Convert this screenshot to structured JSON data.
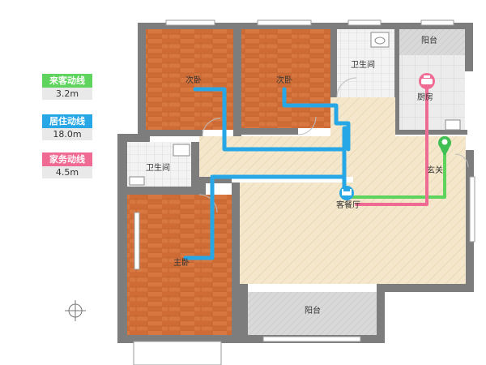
{
  "legend": {
    "guest": {
      "label": "来客动线",
      "value": "3.2m",
      "color": "#5ed35e"
    },
    "living": {
      "label": "居住动线",
      "value": "18.0m",
      "color": "#27a7e6"
    },
    "housework": {
      "label": "家务动线",
      "value": "4.5m",
      "color": "#f06b93"
    }
  },
  "rooms": {
    "secondary_bedroom_1": "次卧",
    "secondary_bedroom_2": "次卧",
    "bathroom_top": "卫生间",
    "balcony_top": "阳台",
    "kitchen": "厨房",
    "bathroom_left": "卫生间",
    "entrance": "玄关",
    "living_dining": "客餐厅",
    "master_bedroom": "主卧",
    "balcony_bottom": "阳台"
  },
  "icons": {
    "compass": "compass-icon",
    "kitchen": "pot-icon",
    "entrance": "location-pin-icon",
    "living": "sofa-icon"
  }
}
